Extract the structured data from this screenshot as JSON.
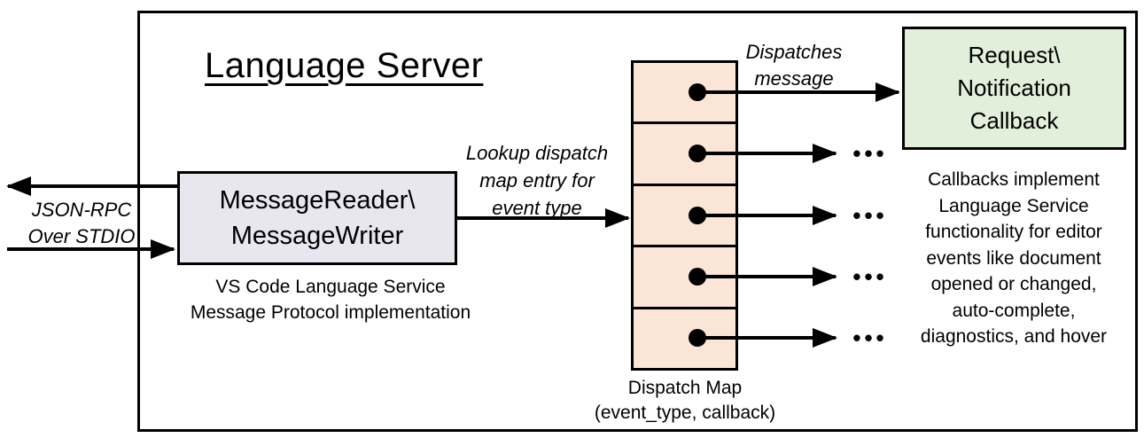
{
  "diagram": {
    "title": "Language Server",
    "colors": {
      "border": "#000000",
      "reader_box_fill": "#e8e6ef",
      "dispatch_map_fill": "#fbe5d6",
      "callback_box_fill": "#e2efda",
      "background": "#ffffff"
    },
    "io_label": [
      "JSON-RPC",
      "Over STDIO"
    ],
    "reader_box": {
      "lines": [
        "MessageReader\\",
        "MessageWriter"
      ],
      "caption": [
        "VS Code Language Service",
        "Message Protocol implementation"
      ]
    },
    "lookup_label": [
      "Lookup dispatch",
      "map entry for",
      "event type"
    ],
    "dispatch_map": {
      "cell_count": 5,
      "label": [
        "Dispatch Map",
        "(event_type, callback)"
      ]
    },
    "dispatches_label": [
      "Dispatches",
      "message"
    ],
    "callback_box": {
      "lines": [
        "Request\\",
        "Notification",
        "Callback"
      ]
    },
    "callback_note": [
      "Callbacks implement",
      "Language Service",
      "functionality for editor",
      "events like document",
      "opened or changed,",
      "auto-complete,",
      "diagnostics, and hover"
    ],
    "ellipsis": "•••"
  }
}
